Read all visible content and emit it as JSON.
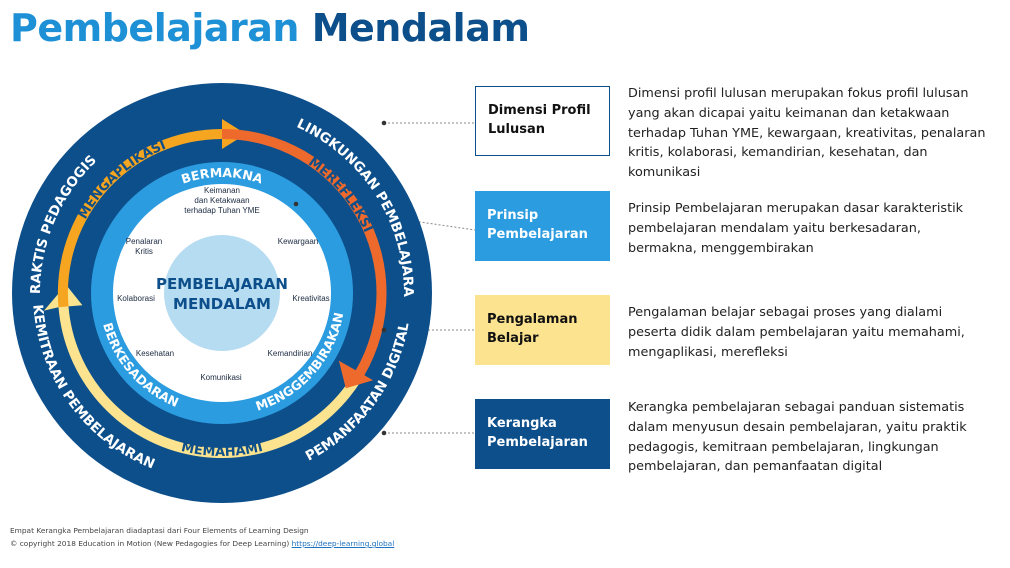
{
  "title": {
    "part1": "Pembelajaran",
    "part2": "Mendalam"
  },
  "diagram": {
    "outer_ring": {
      "color": "#0d4f8b",
      "labels": {
        "top_left": "PRAKTIS PEDAGOGIS",
        "top_right": "LINGKUNGAN PEMBELAJARAN",
        "bottom_left": "KEMITRAAN PEMBELAJARAN",
        "bottom_right": "PEMANFAATAN DIGITAL"
      }
    },
    "arrows": {
      "mengaplikasi": {
        "label": "MENGAPLIKASI",
        "color": "#f5a51f"
      },
      "merefleksi": {
        "label": "MEREFLEKSI",
        "color": "#ee6a2c"
      },
      "memahami": {
        "label": "MEMAHAMI",
        "color": "#fbe38f"
      }
    },
    "principle_ring": {
      "color": "#2c9ce0",
      "labels": {
        "top": "BERMAKNA",
        "left": "BERKESADARAN",
        "right": "MENGGEMBIRAKAN"
      }
    },
    "inner_items": [
      "Keimanan",
      "dan Ketakwaan",
      "terhadap Tuhan YME",
      "Kewargaan",
      "Kreativitas",
      "Kemandirian",
      "Komunikasi",
      "Kesehatan",
      "Kolaborasi",
      "Penalaran",
      "Kritis"
    ],
    "center": {
      "line1": "PEMBELAJARAN",
      "line2": "MENDALAM",
      "color": "#b6dcf2"
    }
  },
  "boxes": [
    {
      "label": "Dimensi Profil Lulusan",
      "description": "Dimensi profil lulusan merupakan fokus profil lulusan yang akan dicapai yaitu keimanan dan ketakwaan terhadap Tuhan YME, kewargaan, kreativitas, penalaran kritis, kolaborasi, kemandirian, kesehatan, dan komunikasi"
    },
    {
      "label": "Prinsip Pembelajaran",
      "description": "Prinsip Pembelajaran merupakan dasar karakteristik pembelajaran mendalam yaitu berkesadaran, bermakna, menggembirakan"
    },
    {
      "label": "Pengalaman Belajar",
      "description": "Pengalaman belajar sebagai proses yang dialami peserta didik dalam pembelajaran yaitu memahami, mengaplikasi, merefleksi"
    },
    {
      "label": "Kerangka Pembelajaran",
      "description": "Kerangka pembelajaran sebagai panduan sistematis dalam menyusun desain pembelajaran, yaitu praktik pedagogis, kemitraan pembelajaran, lingkungan pembelajaran, dan pemanfaatan digital"
    }
  ],
  "footer": {
    "line1": "Empat Kerangka Pembelajaran diadaptasi dari Four Elements of Learning Design",
    "line2": "© copyright 2018 Education in Motion (New Pedagogies for Deep Learning)",
    "link": "https://deep-learning.global"
  }
}
